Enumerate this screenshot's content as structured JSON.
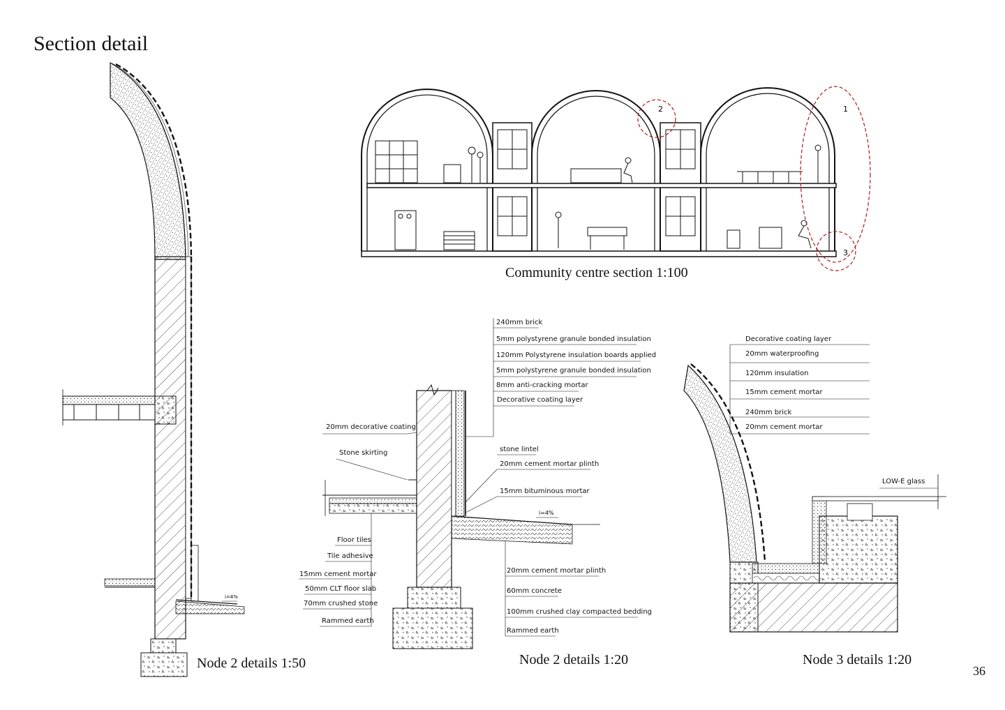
{
  "page": {
    "title": "Section detail",
    "page_number": "36"
  },
  "section": {
    "caption": "Community centre section 1:100",
    "markers": [
      "1",
      "2",
      "3"
    ]
  },
  "node2_50": {
    "caption": "Node 2 details 1:50",
    "slope": "i=4%"
  },
  "node2_20": {
    "caption": "Node 2 details 1:20",
    "slope": "i=4%",
    "wall_layers": [
      "240mm brick",
      "5mm polystyrene granule bonded insulation",
      "120mm Polystyrene insulation boards applied",
      "5mm polystyrene granule bonded insulation",
      "8mm anti-cracking mortar",
      "Decorative coating layer"
    ],
    "left_callouts": [
      "20mm decorative coating",
      "Stone skirting"
    ],
    "mid_callouts": [
      "stone lintel",
      "20mm cement mortar plinth",
      "15mm bituminous mortar"
    ],
    "floor_layers": [
      "Floor tiles",
      "Tile adhesive",
      "15mm cement mortar",
      "50mm CLT floor slab",
      "70mm crushed stone",
      "Rammed earth"
    ],
    "ground_layers": [
      "20mm cement mortar plinth",
      "60mm concrete",
      "100mm crushed clay compacted bedding",
      "Rammed earth"
    ]
  },
  "node3_20": {
    "caption": "Node 3 details 1:20",
    "layers": [
      "Decorative coating layer",
      "20mm waterproofing",
      "120mm insulation",
      "15mm cement mortar",
      "240mm brick",
      "20mm cement mortar"
    ],
    "glass_label": "LOW-E glass"
  }
}
